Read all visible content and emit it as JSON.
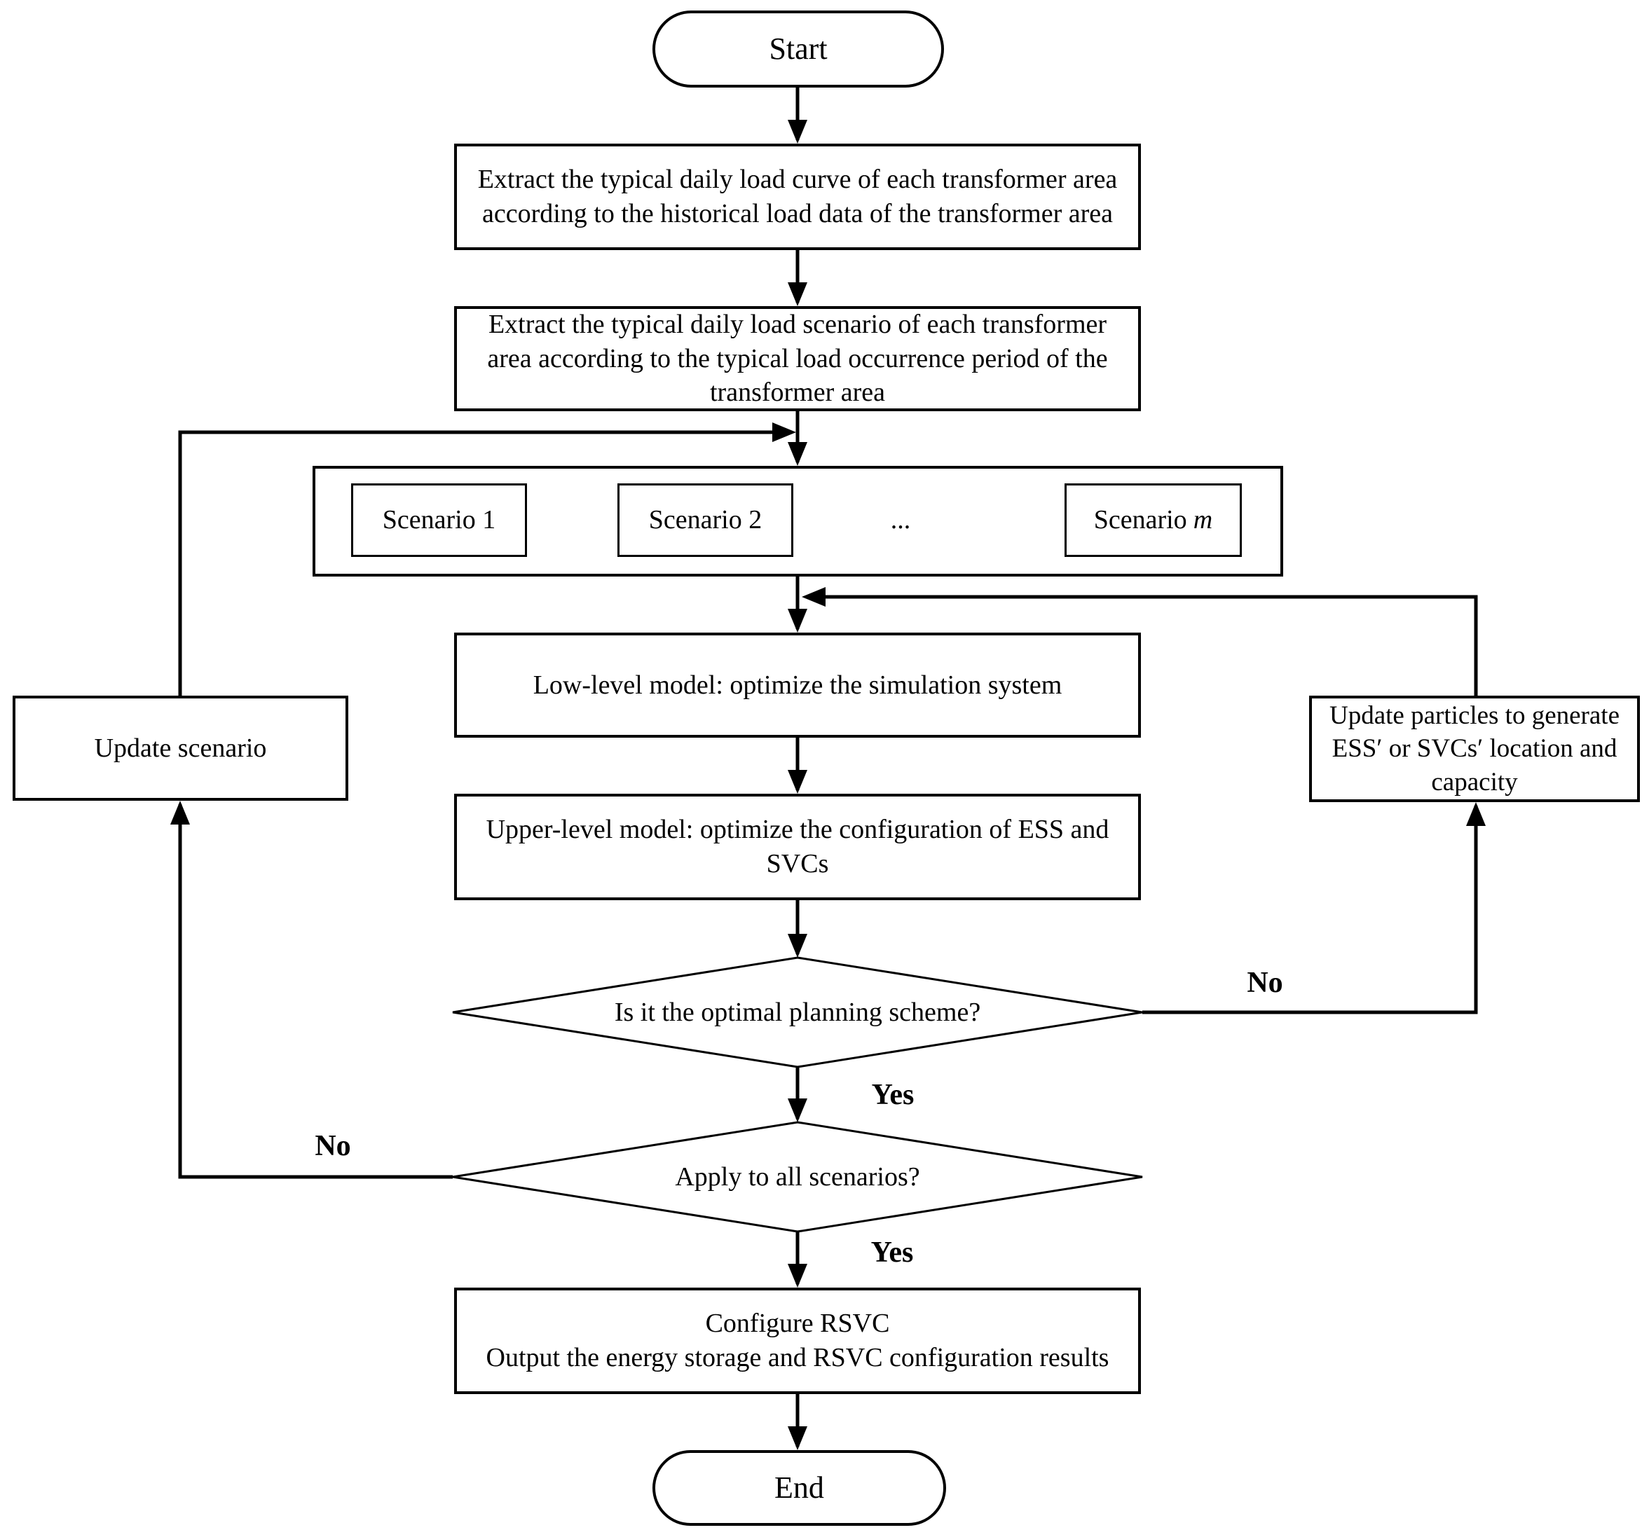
{
  "flowchart": {
    "nodes": {
      "start": "Start",
      "extract_curve": "Extract the typical daily load curve of each transformer area according to the historical load data of the transformer area",
      "extract_scenario": "Extract the typical daily load scenario of each transformer area according to the typical load occurrence period of the transformer area",
      "scenario_1": "Scenario 1",
      "scenario_2": "Scenario 2",
      "scenario_ellipsis": "...",
      "scenario_m": {
        "prefix": "Scenario",
        "var": "m"
      },
      "low_level": "Low-level model: optimize the simulation system",
      "upper_level": "Upper-level model: optimize the configuration of ESS and SVCs",
      "update_scenario": "Update scenario",
      "update_particles": "Update particles to generate ESS′ or SVCs′ location and capacity",
      "decision_optimal": "Is it the optimal planning scheme?",
      "decision_all_scenarios": "Apply to all scenarios?",
      "configure": {
        "line1": "Configure RSVC",
        "line2": "Output the energy storage and RSVC configuration results"
      },
      "end": "End"
    },
    "edge_labels": {
      "optimal_no": "No",
      "optimal_yes": "Yes",
      "all_scenarios_no": "No",
      "all_scenarios_yes": "Yes"
    },
    "colors": {
      "line": "#000000",
      "background": "#ffffff",
      "box_fill": "#ffffff"
    }
  }
}
